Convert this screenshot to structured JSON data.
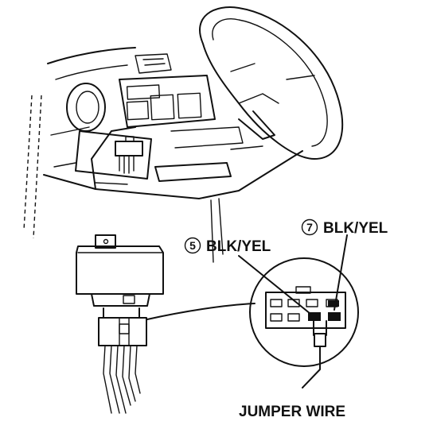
{
  "labels": {
    "pin5_number": "5",
    "pin5_wire": "BLK/YEL",
    "pin7_number": "7",
    "pin7_wire": "BLK/YEL",
    "jumper": "JUMPER WIRE"
  },
  "parts": {
    "dashboard_icon": "dashboard-icon",
    "steering_wheel_icon": "steering-wheel-icon",
    "relay_icon": "relay-icon",
    "connector_icon": "connector-icon"
  },
  "colors": {
    "ink": "#111111",
    "background": "#ffffff"
  }
}
